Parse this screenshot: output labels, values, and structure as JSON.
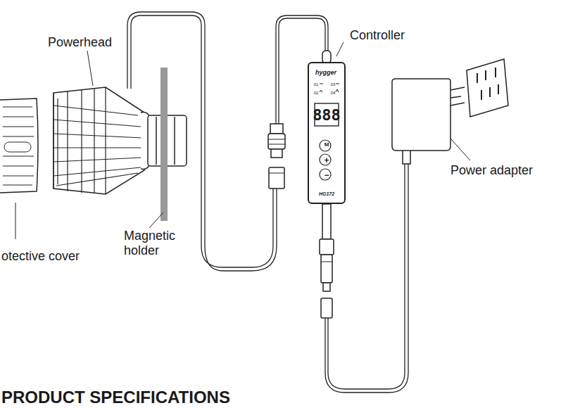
{
  "diagram": {
    "title": "PRODUCT SPECIFICATIONS",
    "nodes": [
      {
        "text": [
          "hygger",
          "01",
          "03",
          "02",
          "04",
          "888",
          "M",
          "+",
          "−",
          "HG172"
        ]
      }
    ],
    "labels": [
      "Powerhead",
      "Controller",
      "Power adapter",
      "Magnetic holder",
      "otective cover"
    ]
  }
}
